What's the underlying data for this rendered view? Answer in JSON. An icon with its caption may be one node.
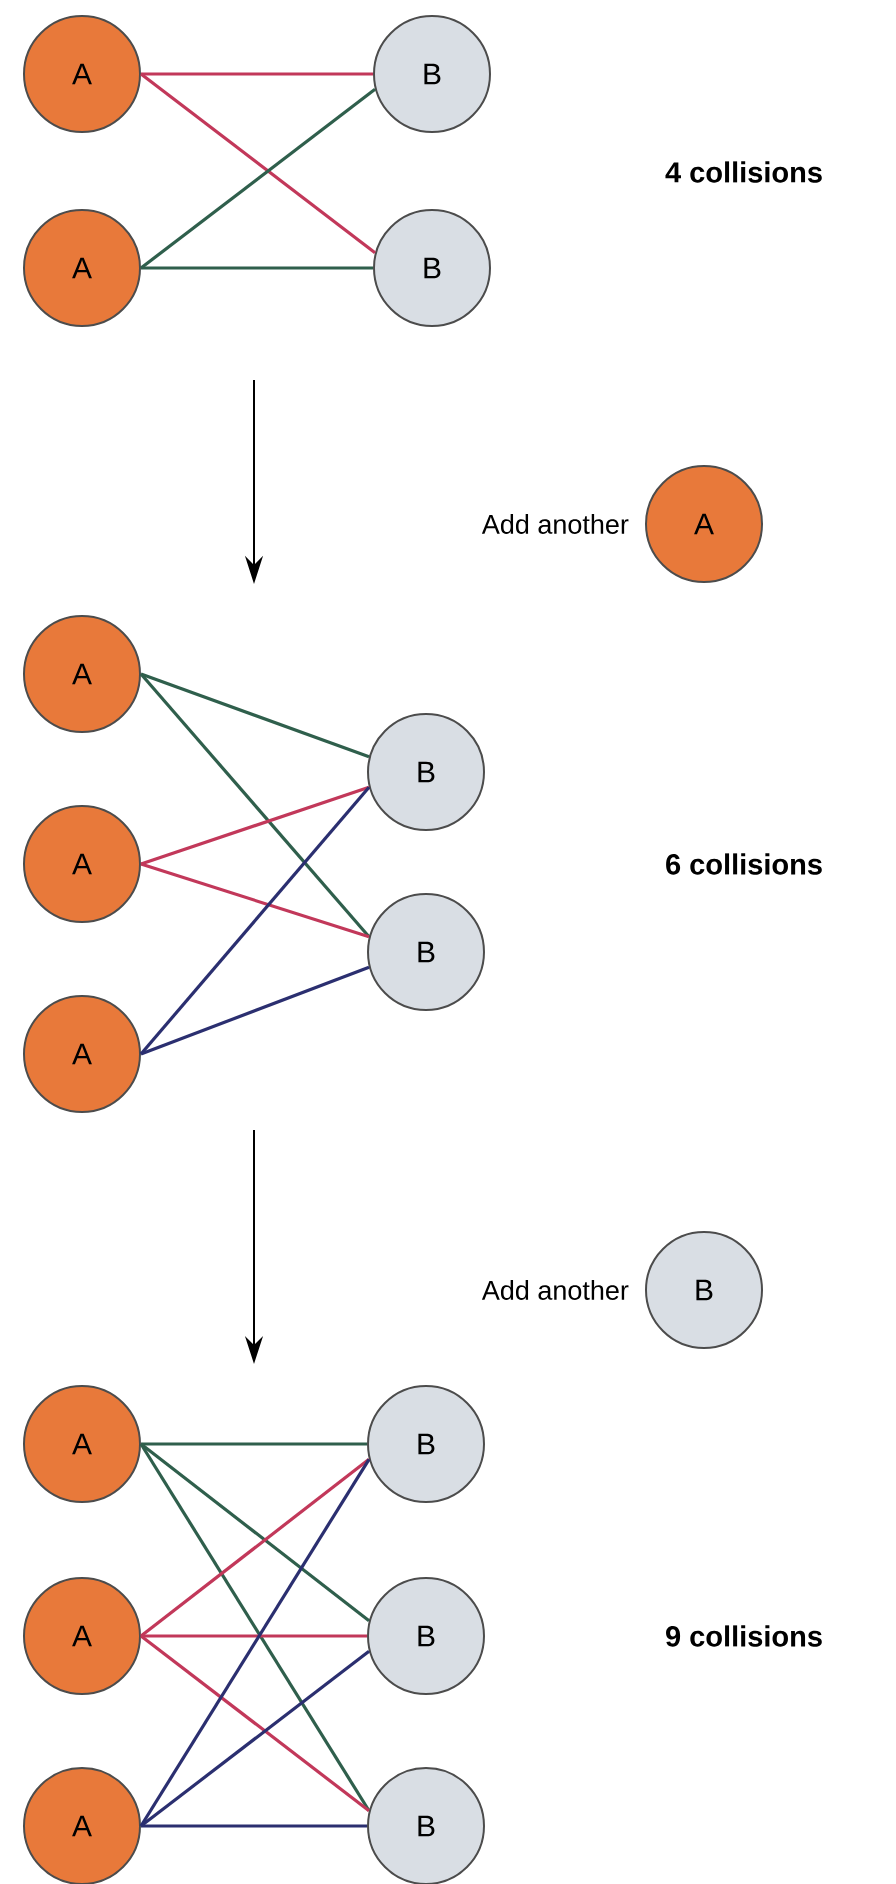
{
  "diagram": {
    "nodes": [
      {
        "text": [
          "A"
        ]
      },
      {
        "text": [
          "A"
        ]
      },
      {
        "text": [
          "B"
        ]
      },
      {
        "text": [
          "B"
        ]
      },
      {
        "text": [
          "A"
        ],
        "beside": [
          "Add another"
        ]
      },
      {
        "text": [
          "A"
        ]
      },
      {
        "text": [
          "A"
        ]
      },
      {
        "text": [
          "A"
        ]
      },
      {
        "text": [
          "B"
        ]
      },
      {
        "text": [
          "B"
        ]
      },
      {
        "text": [
          "B"
        ],
        "beside": [
          "Add another"
        ]
      },
      {
        "text": [
          "A"
        ]
      },
      {
        "text": [
          "A"
        ]
      },
      {
        "text": [
          "A"
        ]
      },
      {
        "text": [
          "B"
        ]
      },
      {
        "text": [
          "B"
        ]
      },
      {
        "text": [
          "B"
        ]
      }
    ],
    "edges": [
      {
        "from": 0,
        "to": 2,
        "arrow": "none",
        "color": "#c2385a"
      },
      {
        "from": 0,
        "to": 3,
        "arrow": "none",
        "color": "#c2385a"
      },
      {
        "from": 1,
        "to": 2,
        "arrow": "none",
        "color": "#2f5f4c"
      },
      {
        "from": 1,
        "to": 3,
        "arrow": "none",
        "color": "#2f5f4c"
      },
      {
        "from": 5,
        "to": 8,
        "arrow": "none",
        "color": "#2f5f4c"
      },
      {
        "from": 5,
        "to": 9,
        "arrow": "none",
        "color": "#2f5f4c"
      },
      {
        "from": 6,
        "to": 8,
        "arrow": "none",
        "color": "#c2385a"
      },
      {
        "from": 6,
        "to": 9,
        "arrow": "none",
        "color": "#c2385a"
      },
      {
        "from": 7,
        "to": 8,
        "arrow": "none",
        "color": "#2b2f70"
      },
      {
        "from": 7,
        "to": 9,
        "arrow": "none",
        "color": "#2b2f70"
      },
      {
        "from": 11,
        "to": 14,
        "arrow": "none",
        "color": "#2f5f4c"
      },
      {
        "from": 11,
        "to": 15,
        "arrow": "none",
        "color": "#2f5f4c"
      },
      {
        "from": 11,
        "to": 16,
        "arrow": "none",
        "color": "#2f5f4c"
      },
      {
        "from": 12,
        "to": 14,
        "arrow": "none",
        "color": "#c2385a"
      },
      {
        "from": 12,
        "to": 15,
        "arrow": "none",
        "color": "#c2385a"
      },
      {
        "from": 12,
        "to": 16,
        "arrow": "none",
        "color": "#c2385a"
      },
      {
        "from": 13,
        "to": 14,
        "arrow": "none",
        "color": "#2b2f70"
      },
      {
        "from": 13,
        "to": 15,
        "arrow": "none",
        "color": "#2b2f70"
      },
      {
        "from": 13,
        "to": 16,
        "arrow": "none",
        "color": "#2b2f70"
      }
    ],
    "labels": [
      "4 collisions",
      "6 collisions",
      "9 collisions"
    ]
  }
}
